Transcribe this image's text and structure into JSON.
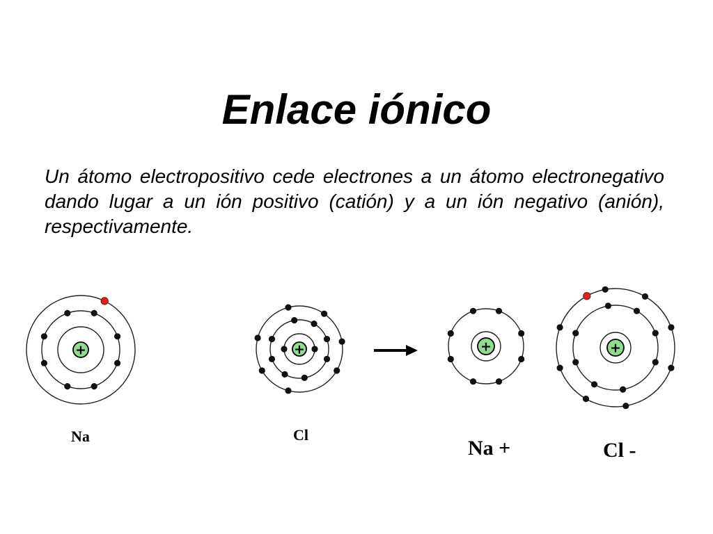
{
  "slide": {
    "title": "Enlace iónico",
    "body": "Un átomo electropositivo cede electrones a un átomo electronegativo dando lugar a un ión positivo (catión) y a un ión negativo (anión), respectivamente."
  },
  "diagram": {
    "nucleus_symbol": "+",
    "arrow_icon": "right-arrow-icon",
    "colors": {
      "nucleus_fill": "#8fdc8f",
      "transferred_electron": "#e02020",
      "electron": "#111111",
      "shell": "#222222"
    },
    "atoms": [
      {
        "id": "na",
        "label": "Na"
      },
      {
        "id": "cl",
        "label": "Cl"
      },
      {
        "id": "na-ion",
        "label": "Na +"
      },
      {
        "id": "cl-ion",
        "label": "Cl -"
      }
    ]
  }
}
